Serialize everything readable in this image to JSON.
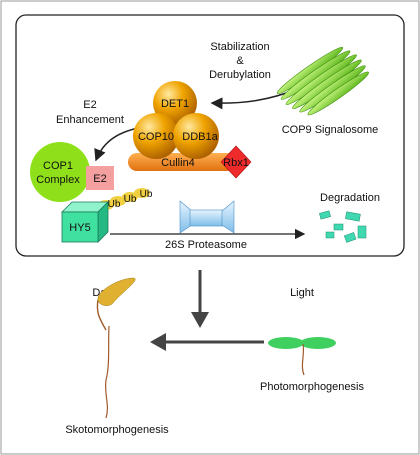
{
  "labels": {
    "stabilization_line1": "Stabilization",
    "stabilization_line2": "&",
    "stabilization_line3": "Derubylation",
    "e2_enhancement_line1": "E2",
    "e2_enhancement_line2": "Enhancement",
    "csn": "COP9 Signalosome",
    "det1": "DET1",
    "cop10": "COP10",
    "ddb1a": "DDB1a",
    "cullin4": "Cullin4",
    "rbx1": "Rbx1",
    "cop1_line1": "COP1",
    "cop1_line2": "Complex",
    "e2": "E2",
    "ub": "Ub",
    "hy5": "HY5",
    "proteasome": "26S Proteasome",
    "degradation": "Degradation",
    "dark": "Dark",
    "light": "Light",
    "photomorphogenesis": "Photomorphogenesis",
    "skotomorphogenesis": "Skotomorphogenesis"
  },
  "colors": {
    "orange_sphere": "#f0a000",
    "orange_dark": "#b86800",
    "cullin": "#f08a1a",
    "rbx1": "#ee2a2a",
    "cop1": "#8fe01a",
    "e2_box": "#f4a0a0",
    "ub": "#f0d040",
    "hy5_cube": "#40e0a0",
    "proteasome": "#a8d8f8",
    "csn": "#7acc22",
    "fragments": "#40d8b0",
    "seedling_green": "#40d060",
    "stem": "#a05a2a",
    "cotyledon_dark": "#e0b030",
    "arrow": "#333333"
  }
}
